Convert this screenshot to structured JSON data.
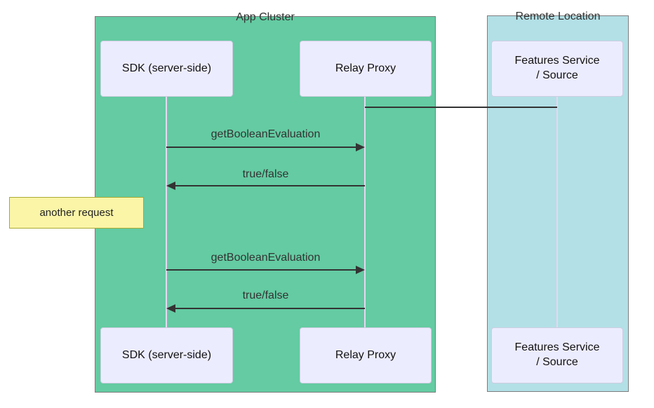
{
  "diagram": {
    "type": "sequence-diagram",
    "clusters": [
      {
        "title": "App Cluster",
        "fill": "#64CBA2",
        "border": "#7D7D7D"
      },
      {
        "title": "Remote Location",
        "fill": "#B2E0E6",
        "border": "#7D7D7D"
      }
    ],
    "participants": [
      {
        "id": "sdk",
        "label": "SDK (server-side)",
        "cluster": "App Cluster"
      },
      {
        "id": "relay",
        "label": "Relay Proxy",
        "cluster": "App Cluster"
      },
      {
        "id": "features",
        "label": "Features Service\n/ Source",
        "cluster": "Remote Location"
      }
    ],
    "connection": {
      "from": "relay",
      "to": "features",
      "style": "solid-line-no-arrow"
    },
    "messages": [
      {
        "from": "sdk",
        "to": "relay",
        "label": "getBooleanEvaluation",
        "arrow": "solid-right"
      },
      {
        "from": "relay",
        "to": "sdk",
        "label": "true/false",
        "arrow": "solid-left"
      },
      {
        "from": "sdk",
        "to": "relay",
        "label": "getBooleanEvaluation",
        "arrow": "solid-right"
      },
      {
        "from": "relay",
        "to": "sdk",
        "label": "true/false",
        "arrow": "solid-left"
      }
    ],
    "note": {
      "text": "another request",
      "position": "left-of-sdk",
      "fill": "#FAF5A7",
      "border": "#AAAA33"
    }
  },
  "colors": {
    "background": "#FFFFFF",
    "app_cluster_fill": "#64CBA2",
    "remote_location_fill": "#B2E0E6",
    "cluster_border": "#7D7D7D",
    "participant_fill": "#ECECFF",
    "participant_border": "#CDCDE0",
    "lifeline": "#E8D5F2",
    "arrow": "#333333",
    "note_fill": "#FAF5A7",
    "note_border": "#AAAA33",
    "text": "#333333"
  }
}
